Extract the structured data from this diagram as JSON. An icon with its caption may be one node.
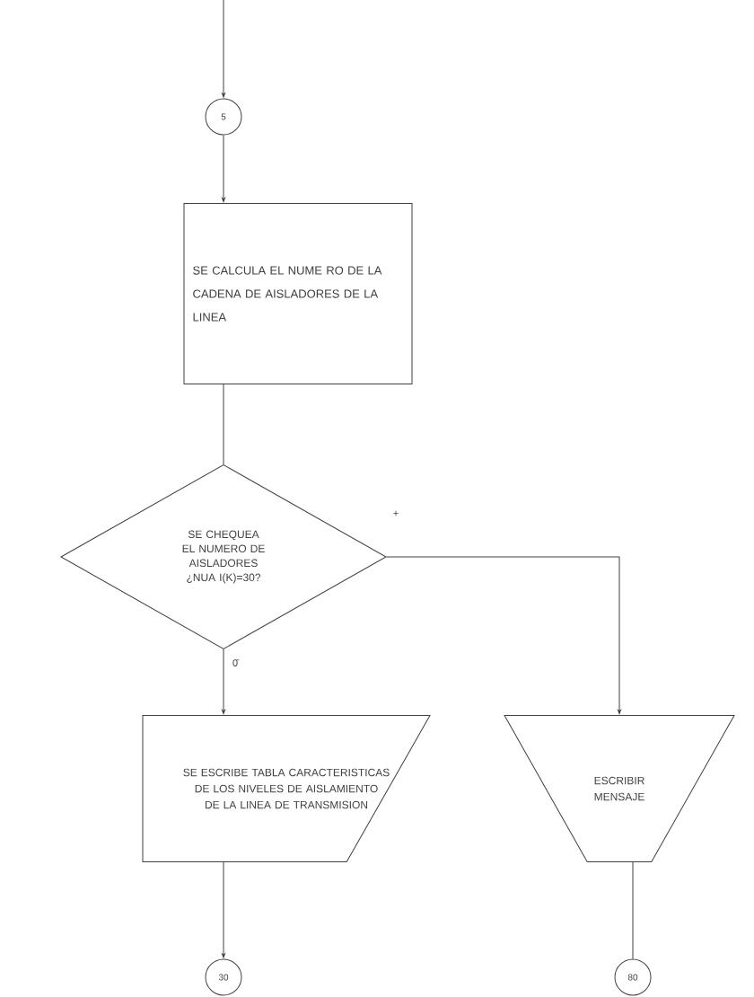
{
  "diagram": {
    "nodes": [
      {
        "text": [
          "5"
        ]
      },
      {
        "text": [
          "SE CALCULA EL NUME RO DE LA CADENA DE AISLADORES DE LA LINEA"
        ]
      },
      {
        "text": [
          "SE CHEQUEA EL NUMERO DE AISLADORES ¿NUA I(K)=30?"
        ]
      },
      {
        "text": [
          "SE ESCRIBE TABLA CARACTERISTICAS DE LOS NIVELES DE AISLAMIENTO DE LA LINEA DE TRANSMISION"
        ]
      },
      {
        "text": [
          "ESCRIBIR MENSAJE"
        ]
      },
      {
        "text": [
          "30"
        ]
      },
      {
        "text": [
          "80"
        ]
      }
    ],
    "edges": [
      {
        "from": null,
        "to": 0,
        "arrow": "to"
      },
      {
        "from": 0,
        "to": 1,
        "arrow": "to"
      },
      {
        "from": 1,
        "to": 2,
        "arrow": "none"
      },
      {
        "from": 2,
        "to": 3,
        "arrow": "to",
        "label": "0̄"
      },
      {
        "from": 2,
        "to": 4,
        "arrow": "to",
        "label": "+"
      },
      {
        "from": 3,
        "to": 5,
        "arrow": "to"
      },
      {
        "from": 4,
        "to": 6,
        "arrow": "none"
      }
    ]
  }
}
